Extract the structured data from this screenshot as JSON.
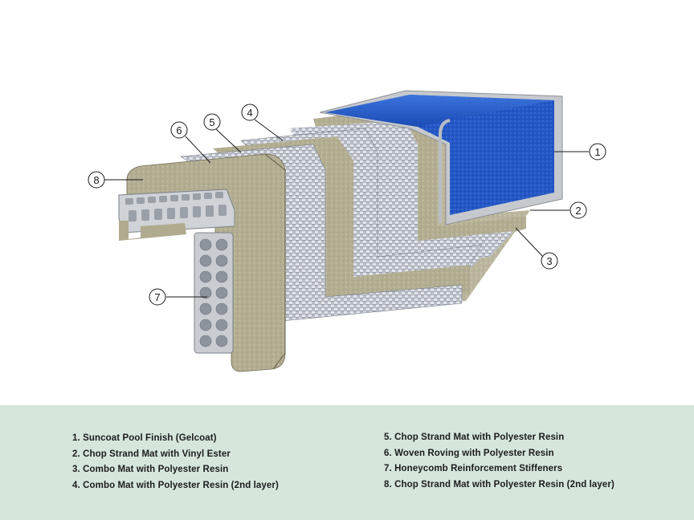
{
  "callouts": [
    {
      "number": "1"
    },
    {
      "number": "2"
    },
    {
      "number": "3"
    },
    {
      "number": "4"
    },
    {
      "number": "5"
    },
    {
      "number": "6"
    },
    {
      "number": "7"
    },
    {
      "number": "8"
    }
  ],
  "legend": {
    "left": [
      "1.  Suncoat Pool Finish (Gelcoat)",
      "2.  Chop Strand Mat with Vinyl Ester",
      "3.  Combo Mat with Polyester Resin",
      "4.  Combo Mat with Polyester Resin (2nd layer)"
    ],
    "right": [
      "5.  Chop Strand Mat with Polyester Resin",
      "6.  Woven Roving with Polyester Resin",
      "7.  Honeycomb Reinforcement Stiffeners",
      "8.  Chop Strand Mat with Polyester Resin (2nd layer)"
    ]
  },
  "colors": {
    "gelcoat_blue": "#1f55c4",
    "chop_mat": "#b8b49a",
    "woven": "#c4c8cf",
    "legend_bg": "#d6e6db"
  }
}
